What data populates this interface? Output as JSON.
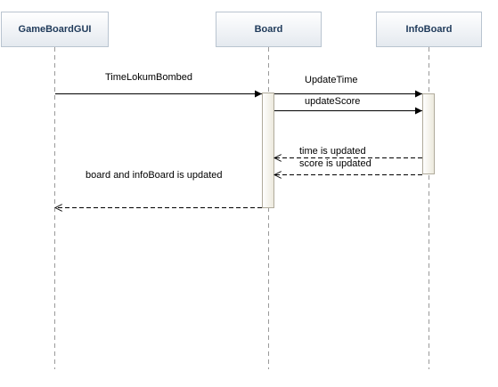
{
  "participants": [
    {
      "id": "gui",
      "label": "GameBoardGUI"
    },
    {
      "id": "board",
      "label": "Board"
    },
    {
      "id": "info",
      "label": "InfoBoard"
    }
  ],
  "messages": [
    {
      "id": "m1",
      "label": "TimeLokumBombed",
      "from": "gui",
      "to": "board",
      "kind": "sync"
    },
    {
      "id": "m2",
      "label": "UpdateTime",
      "from": "board",
      "to": "info",
      "kind": "sync"
    },
    {
      "id": "m3",
      "label": "updateScore",
      "from": "board",
      "to": "info",
      "kind": "sync"
    },
    {
      "id": "m4",
      "label": "time is updated",
      "from": "info",
      "to": "board",
      "kind": "return"
    },
    {
      "id": "m5",
      "label": "score is updated",
      "from": "info",
      "to": "board",
      "kind": "return"
    },
    {
      "id": "m6",
      "label": "board and infoBoard is updated",
      "from": "board",
      "to": "gui",
      "kind": "return"
    }
  ],
  "colors": {
    "participant_text": "#1f3a5a",
    "box_border": "#b9c4d0",
    "activation_fill": "#f5f3ea"
  }
}
